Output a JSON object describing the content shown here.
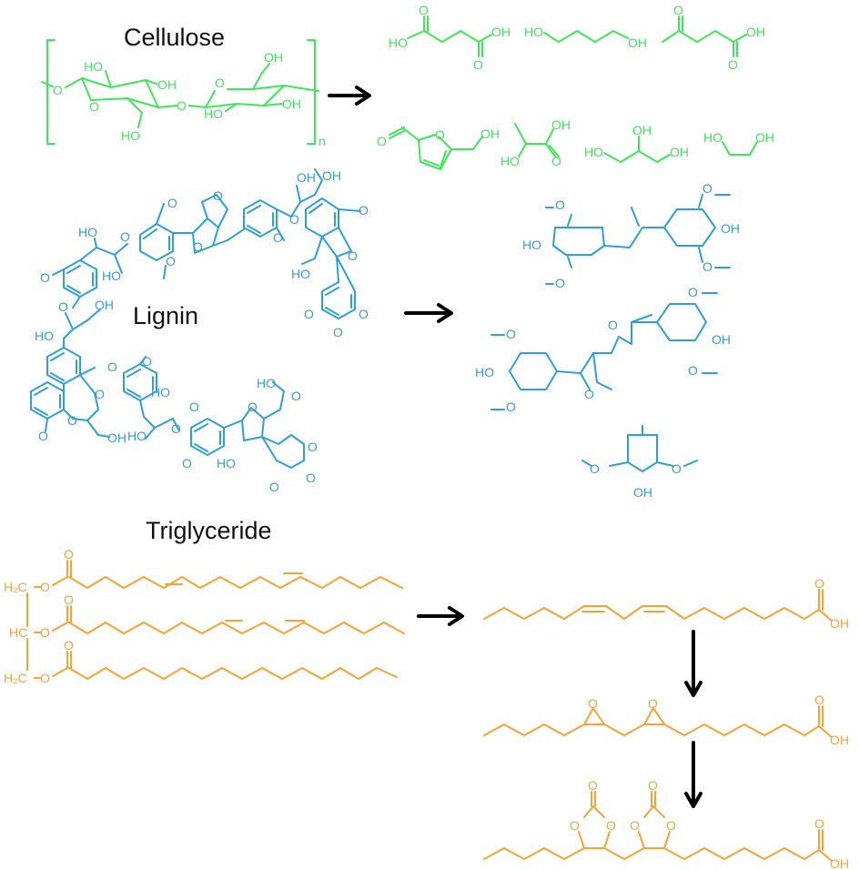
{
  "colors": {
    "cellulose": "#3ee65a",
    "lignin": "#2f9fd6",
    "triglyceride": "#f7a233",
    "arrow": "#000000",
    "text": "#111111"
  },
  "labels": {
    "cellulose": "Cellulose",
    "lignin": "Lignin",
    "triglyceride": "Triglyceride",
    "repeat_n": "n"
  },
  "atoms": {
    "OH": "OH",
    "HO": "HO",
    "O": "O",
    "H2C": "H₂C",
    "HC": "HC"
  },
  "sections": [
    {
      "name": "cellulose",
      "source": "Cellulose",
      "products": [
        "succinic acid",
        "1,4-butanediol",
        "levulinic acid",
        "5-hydroxymethylfurfural",
        "lactic acid",
        "glycerol",
        "ethylene glycol"
      ]
    },
    {
      "name": "lignin",
      "source": "Lignin",
      "products": [
        "syringyl dimer",
        "syringaresinol",
        "syringyl unit"
      ]
    },
    {
      "name": "triglyceride",
      "source": "Triglyceride",
      "products": [
        "linoleic acid",
        "epoxidized fatty acid",
        "cyclic carbonate fatty acid"
      ]
    }
  ],
  "arrows": [
    {
      "from": "cellulose",
      "to": "cellulose-products",
      "direction": "right"
    },
    {
      "from": "lignin",
      "to": "lignin-products",
      "direction": "right"
    },
    {
      "from": "triglyceride",
      "to": "fatty-acid",
      "direction": "right"
    },
    {
      "from": "fatty-acid",
      "to": "epoxide",
      "direction": "down"
    },
    {
      "from": "epoxide",
      "to": "carbonate",
      "direction": "down"
    }
  ]
}
